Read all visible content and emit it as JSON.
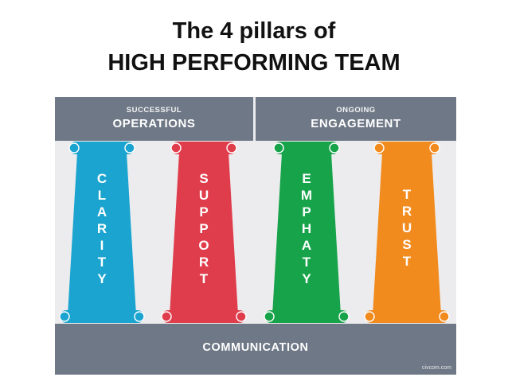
{
  "title": {
    "line1": "The 4 pillars of",
    "line2": "HIGH PERFORMING TEAM"
  },
  "headers": {
    "left": {
      "small": "SUCCESSFUL",
      "big": "OPERATIONS"
    },
    "right": {
      "small": "ONGOING",
      "big": "ENGAGEMENT"
    }
  },
  "pillars": [
    {
      "word": "CLARITY",
      "color": "#1aa4cf"
    },
    {
      "word": "SUPPORT",
      "color": "#e03d4c"
    },
    {
      "word": "EMPHATY",
      "color": "#17a34a"
    },
    {
      "word": "TRUST",
      "color": "#f28b1e"
    }
  ],
  "footer": {
    "label": "COMMUNICATION",
    "credit": "civcom.com"
  },
  "colors": {
    "bar": "#6f7886",
    "background": "#ececee"
  }
}
